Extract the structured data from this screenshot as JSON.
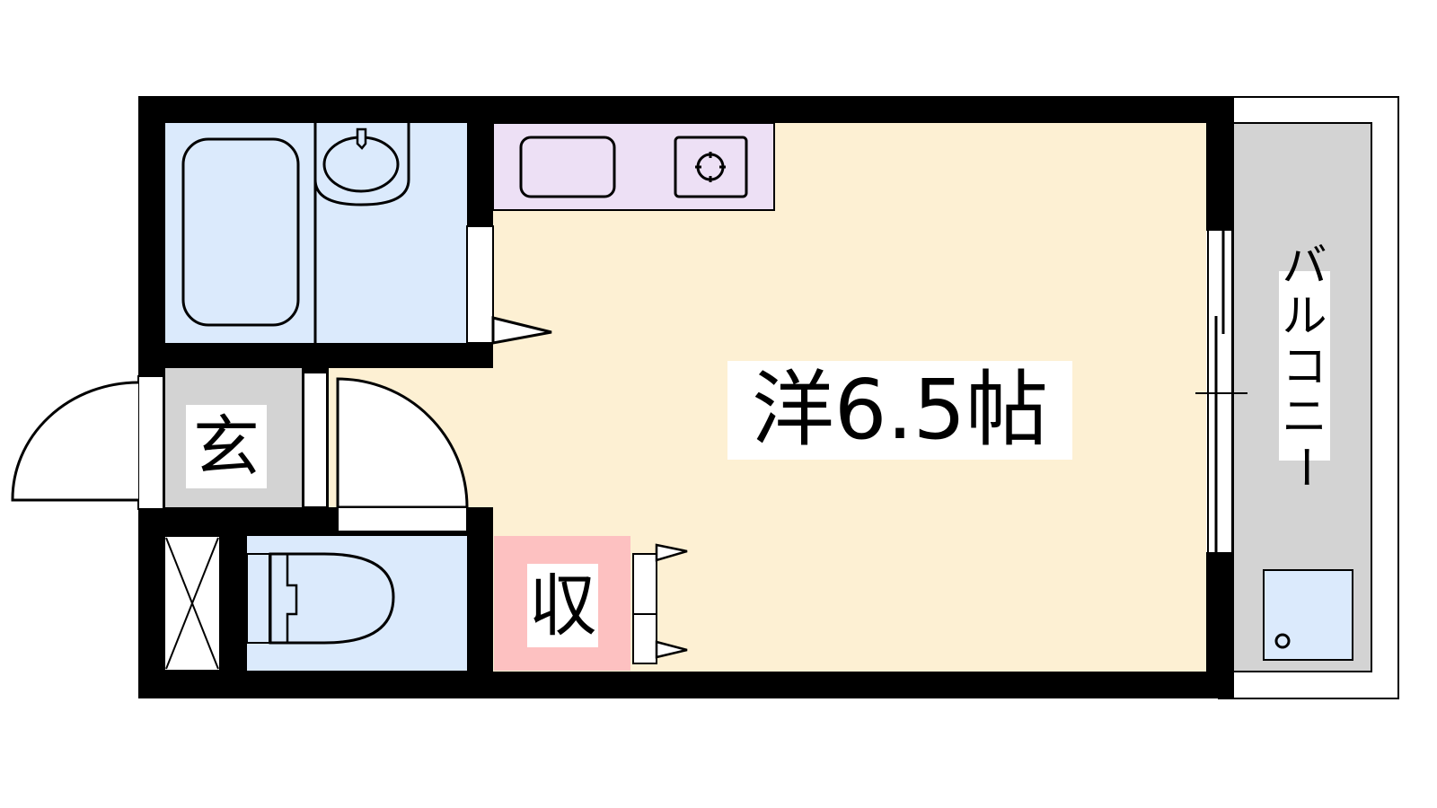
{
  "floor_plan": {
    "type": "1R studio apartment floor plan",
    "rooms": {
      "main_room": {
        "label": "洋6.5帖",
        "type": "Western-style room",
        "size_jo": 6.5,
        "color": "#fdf0d3"
      },
      "entrance": {
        "label": "玄",
        "meaning": "entrance (genkan)",
        "color": "#d3d3d3"
      },
      "storage": {
        "label": "収",
        "meaning": "storage closet",
        "color": "#fdc1c1"
      },
      "balcony": {
        "label": "バルコニー",
        "chars": [
          "バ",
          "ル",
          "コ",
          "ニ",
          "ー"
        ],
        "color": "#d3d3d3"
      },
      "bathroom": {
        "label": "",
        "fixtures": [
          "bathtub",
          "washbasin"
        ],
        "color": "#dbeafc"
      },
      "toilet": {
        "label": "",
        "fixtures": [
          "toilet"
        ],
        "color": "#dbeafc"
      },
      "kitchen": {
        "label": "",
        "fixtures": [
          "sink",
          "gas-stove"
        ],
        "color": "#ede0f5"
      },
      "shoe_box": {
        "label": "",
        "symbol": "X-box (shoe cabinet)"
      },
      "washer_pan": {
        "label": "",
        "location": "balcony",
        "color": "#dbeafc"
      }
    },
    "colors": {
      "wall": "#000000",
      "main_room": "#fdf0d3",
      "wet_areas": "#dbeafc",
      "kitchen": "#ede0f5",
      "storage": "#fdc1c1",
      "entrance_balcony": "#d3d3d3"
    }
  }
}
